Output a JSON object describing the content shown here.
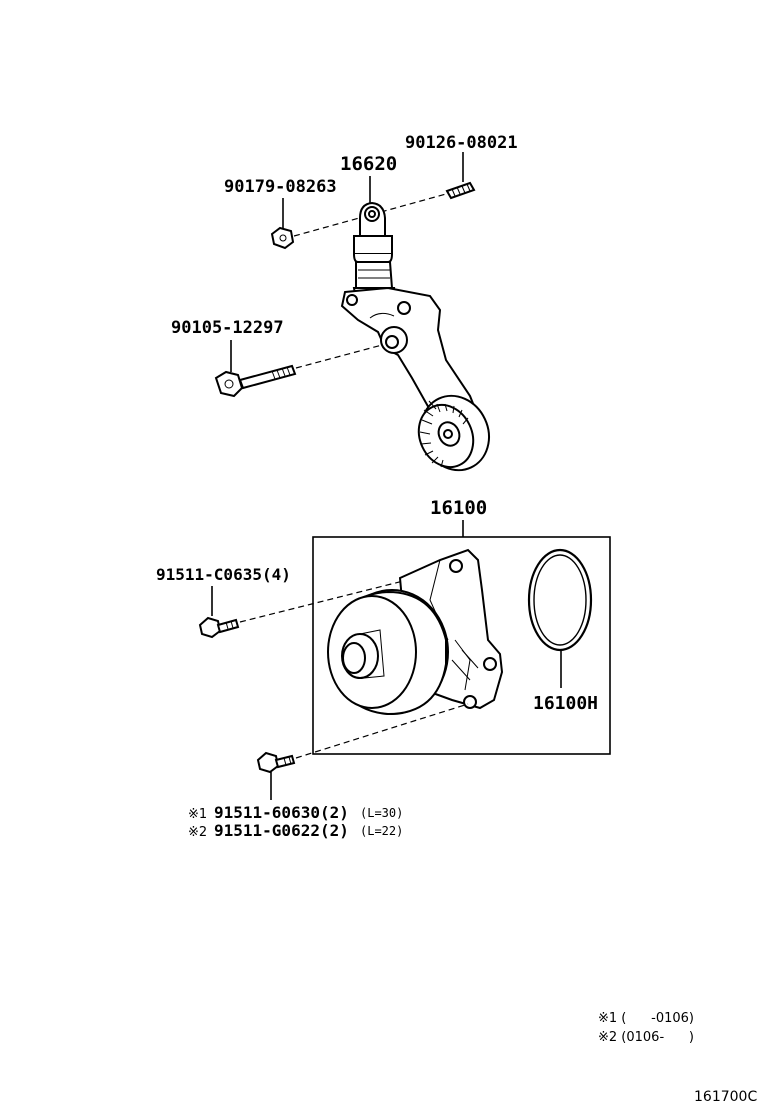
{
  "parts": {
    "bolt_tensioner_top": "90126-08021",
    "tensioner": "16620",
    "nut": "90179-08263",
    "bolt_tensioner_pivot": "90105-12297",
    "water_pump_assy": "16100",
    "pump_bolt": "91511-C0635(4)",
    "gasket": "16100H",
    "pump_bolt_alt_1": "91511-60630(2)",
    "pump_bolt_alt_1_marker": "※1",
    "pump_bolt_alt_1_length": "(L=30)",
    "pump_bolt_alt_2": "91511-G0622(2)",
    "pump_bolt_alt_2_marker": "※2",
    "pump_bolt_alt_2_length": "(L=22)"
  },
  "legend": {
    "note1": "※1 (      -0106)",
    "note2": "※2 (0106-      )"
  },
  "figure_code": "161700C"
}
